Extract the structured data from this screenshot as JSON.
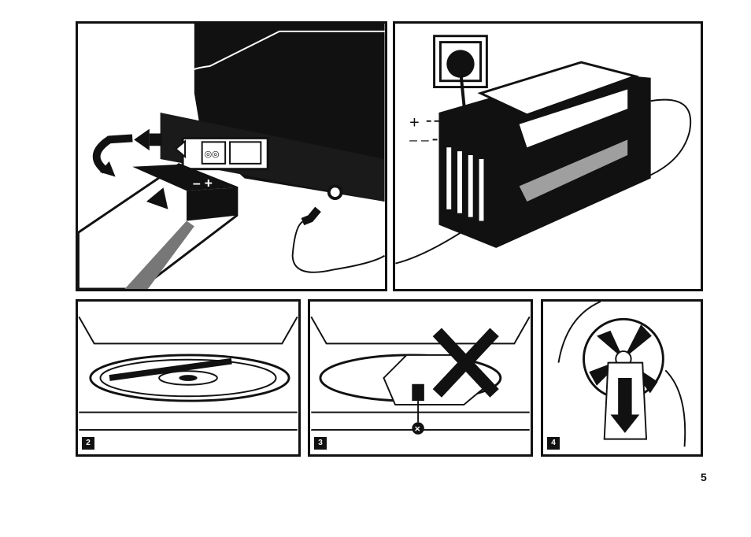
{
  "panels": {
    "top_left": {
      "battery_polarity": "– +"
    },
    "top_right": {
      "plus_label": "+",
      "minus_label": "– –"
    },
    "p2": {
      "step_number": "2"
    },
    "p3": {
      "step_number": "3"
    },
    "p4": {
      "step_number": "4"
    }
  },
  "page_number": "5"
}
